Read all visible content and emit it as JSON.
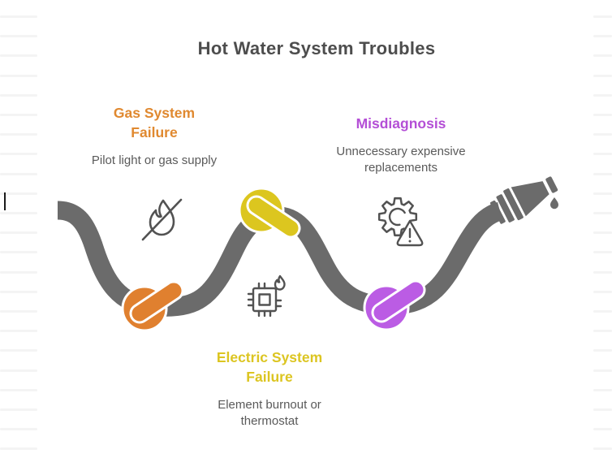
{
  "page": {
    "title": "Hot Water System Troubles"
  },
  "sections": [
    {
      "title": "Gas System Failure",
      "description": "Pilot light or gas supply",
      "text_color": "#E08930",
      "knot_color": "#E0802F",
      "icon": "flame-off-icon"
    },
    {
      "title": "Electric System Failure",
      "description": "Element burnout or thermostat",
      "text_color": "#DCC521",
      "knot_color": "#DCC61F",
      "icon": "chip-flame-icon"
    },
    {
      "title": "Misdiagnosis",
      "description": "Unnecessary expensive replacements",
      "text_color": "#B44FD6",
      "knot_color": "#BB5CE4",
      "icon": "gear-warning-icon"
    }
  ],
  "colors": {
    "hose": "#6B6B6B",
    "icon_stroke": "#525252",
    "title_text": "#4D4D4D",
    "body_text": "#5A5A5A"
  }
}
